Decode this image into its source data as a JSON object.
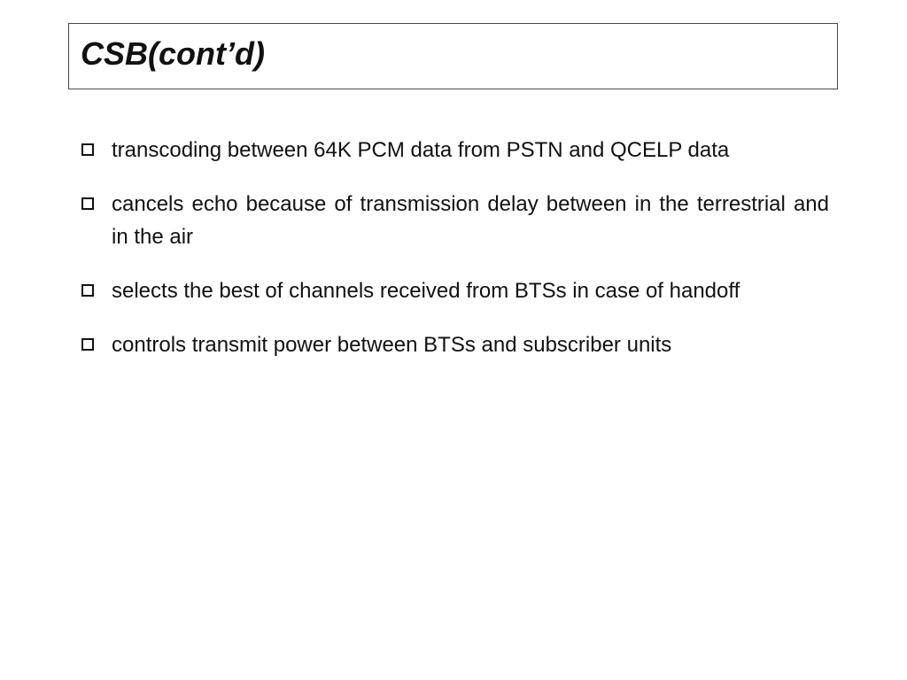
{
  "slide": {
    "title": "CSB(cont’d)",
    "bullet_icon": "hollow-square-icon",
    "bullets": [
      {
        "text": "transcoding between 64K PCM data from PSTN and QCELP data"
      },
      {
        "text": "cancels echo because of transmission delay between in the terrestrial  and in the air"
      },
      {
        "text": "selects the best of channels received from BTSs in case of handoff"
      },
      {
        "text": "controls transmit power between BTSs and subscriber units"
      }
    ]
  }
}
